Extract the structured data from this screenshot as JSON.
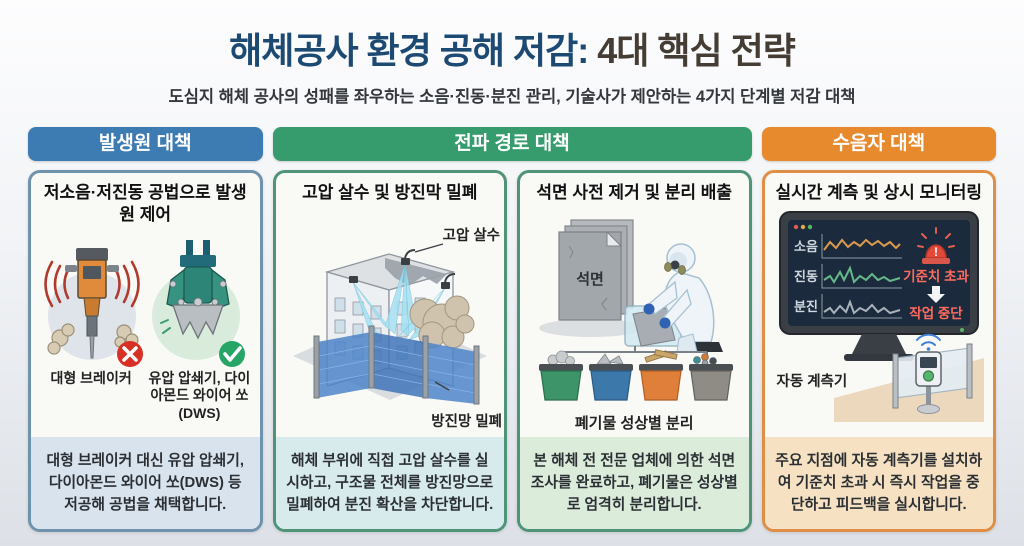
{
  "page": {
    "title_main": "해체공사 환경 공해 저감: ",
    "title_accent": "4대 핵심 전략",
    "subtitle": "도심지 해체 공사의 성패를 좌우하는 소음·진동·분진 관리, 기술사가 제안하는 4가지 단계별 저감 대책"
  },
  "colors": {
    "header_blue": "#3d7cb2",
    "header_green": "#379c6d",
    "header_orange": "#e78a2d",
    "title_blue": "#1d4a73",
    "title_accent": "#453d33",
    "x_red": "#d93025",
    "check_green": "#27a567",
    "alert_red": "#d8352a"
  },
  "section_headers": [
    {
      "id": "source",
      "label": "발생원 대책"
    },
    {
      "id": "path",
      "label": "전파 경로 대책"
    },
    {
      "id": "receiver",
      "label": "수음자 대책"
    }
  ],
  "cards": [
    {
      "title": "저소음·저진동 공법으로 발생원 제어",
      "bad_label": "대형 브레이커",
      "good_label": "유압 압쇄기, 다이아몬드 와이어 쏘(DWS)",
      "footer": "대형 브레이커 대신 유압 압쇄기, 다이아몬드 와이어 쏘(DWS) 등 저공해 공법을 채택합니다."
    },
    {
      "title": "고압 살수 및 방진막 밀폐",
      "label_spray": "고압 살수",
      "label_mesh": "방진망 밀폐",
      "footer": "해체 부위에 직접 고압 살수를 실시하고, 구조물 전체를 방진망으로 밀폐하여 분진 확산을 차단합니다."
    },
    {
      "title": "석면 사전 제거 및 분리 배출",
      "label_asbestos": "석면",
      "label_bins": "폐기물 성상별 분리",
      "footer": "본 해체 전 전문 업체에 의한 석면 조사를 완료하고, 폐기물은 성상별로 엄격히 분리합니다."
    },
    {
      "title": "실시간 계측 및 상시 모니터링",
      "monitor_labels": [
        "소음",
        "진동",
        "분진"
      ],
      "alert_over": "기준치 초과",
      "alert_stop": "작업 중단",
      "label_meter": "자동 계측기",
      "footer": "주요 지점에 자동 계측기를 설치하여 기준치 초과 시 즉시 작업을 중단하고 피드백을 실시합니다."
    }
  ]
}
